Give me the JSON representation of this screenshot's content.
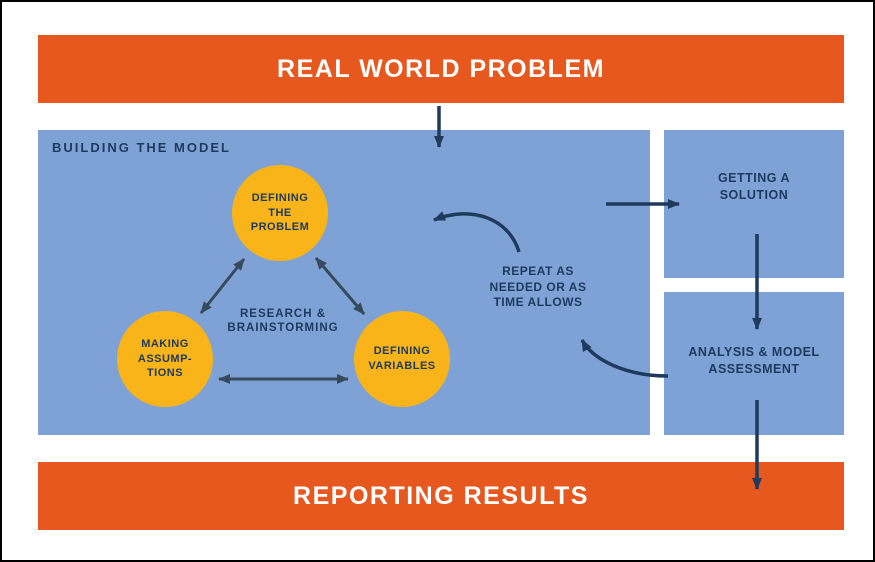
{
  "colors": {
    "banner_orange": "#E6581E",
    "panel_blue": "#7FA2D6",
    "circle_yellow": "#F8B418",
    "text_navy": "#1C3A5E",
    "arrow_navy": "#1E3A5C",
    "banner_text": "#FFFFFF"
  },
  "top_banner": {
    "label": "REAL WORLD PROBLEM"
  },
  "bottom_banner": {
    "label": "REPORTING RESULTS"
  },
  "model_panel": {
    "title": "BUILDING THE MODEL",
    "nodes": {
      "defining_problem": "DEFINING\nTHE\nPROBLEM",
      "making_assumptions": "MAKING\nASSUMP-\nTIONS",
      "defining_variables": "DEFINING\nVARIABLES"
    },
    "center_label": "RESEARCH &\nBRAINSTORMING",
    "repeat_label": "REPEAT AS\nNEEDED OR AS\nTIME ALLOWS"
  },
  "solution_box": {
    "label": "GETTING A\nSOLUTION"
  },
  "analysis_box": {
    "label": "ANALYSIS & MODEL\nASSESSMENT"
  }
}
